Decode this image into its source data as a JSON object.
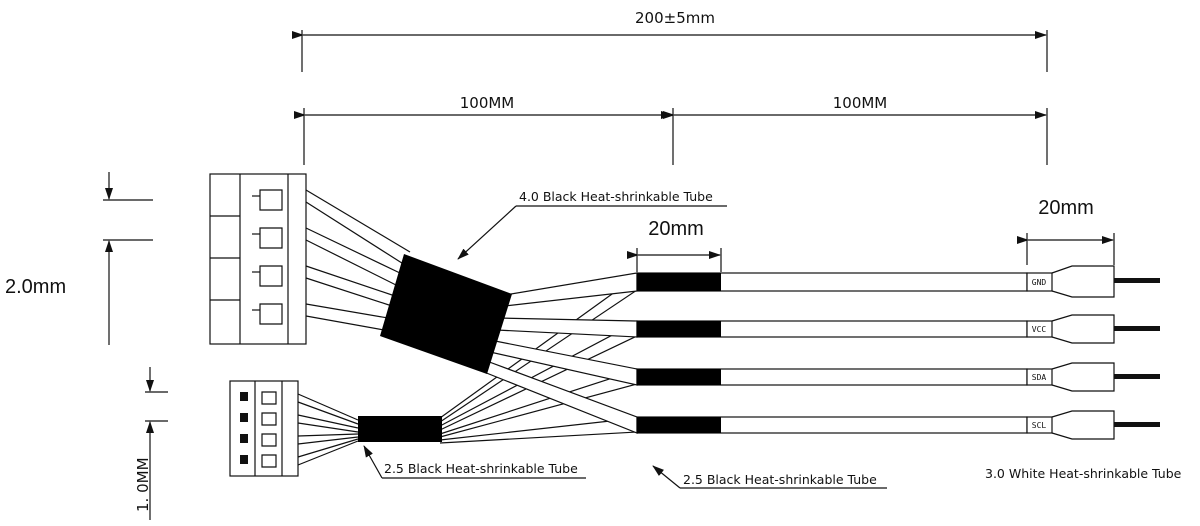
{
  "dimensions": {
    "overall": "200±5mm",
    "left_span": "100MM",
    "right_span": "100MM",
    "tube_length_middle": "20mm",
    "tube_length_right": "20mm",
    "connector_large_pitch": "2.0mm",
    "connector_small_pitch": "1. 0MM"
  },
  "callouts": {
    "large_tube": "4.0 Black Heat-shrinkable Tube",
    "small_tube": "2.5 Black Heat-shrinkable Tube",
    "wire_tubes": "2.5 Black Heat-shrinkable Tube",
    "end_tubes": "3.0 White Heat-shrinkable Tube"
  },
  "pins": [
    "GND",
    "VCC",
    "SDA",
    "SCL"
  ],
  "colors": {
    "ink": "#111111",
    "tube_black": "#000000",
    "tube_white": "#ffffff"
  }
}
